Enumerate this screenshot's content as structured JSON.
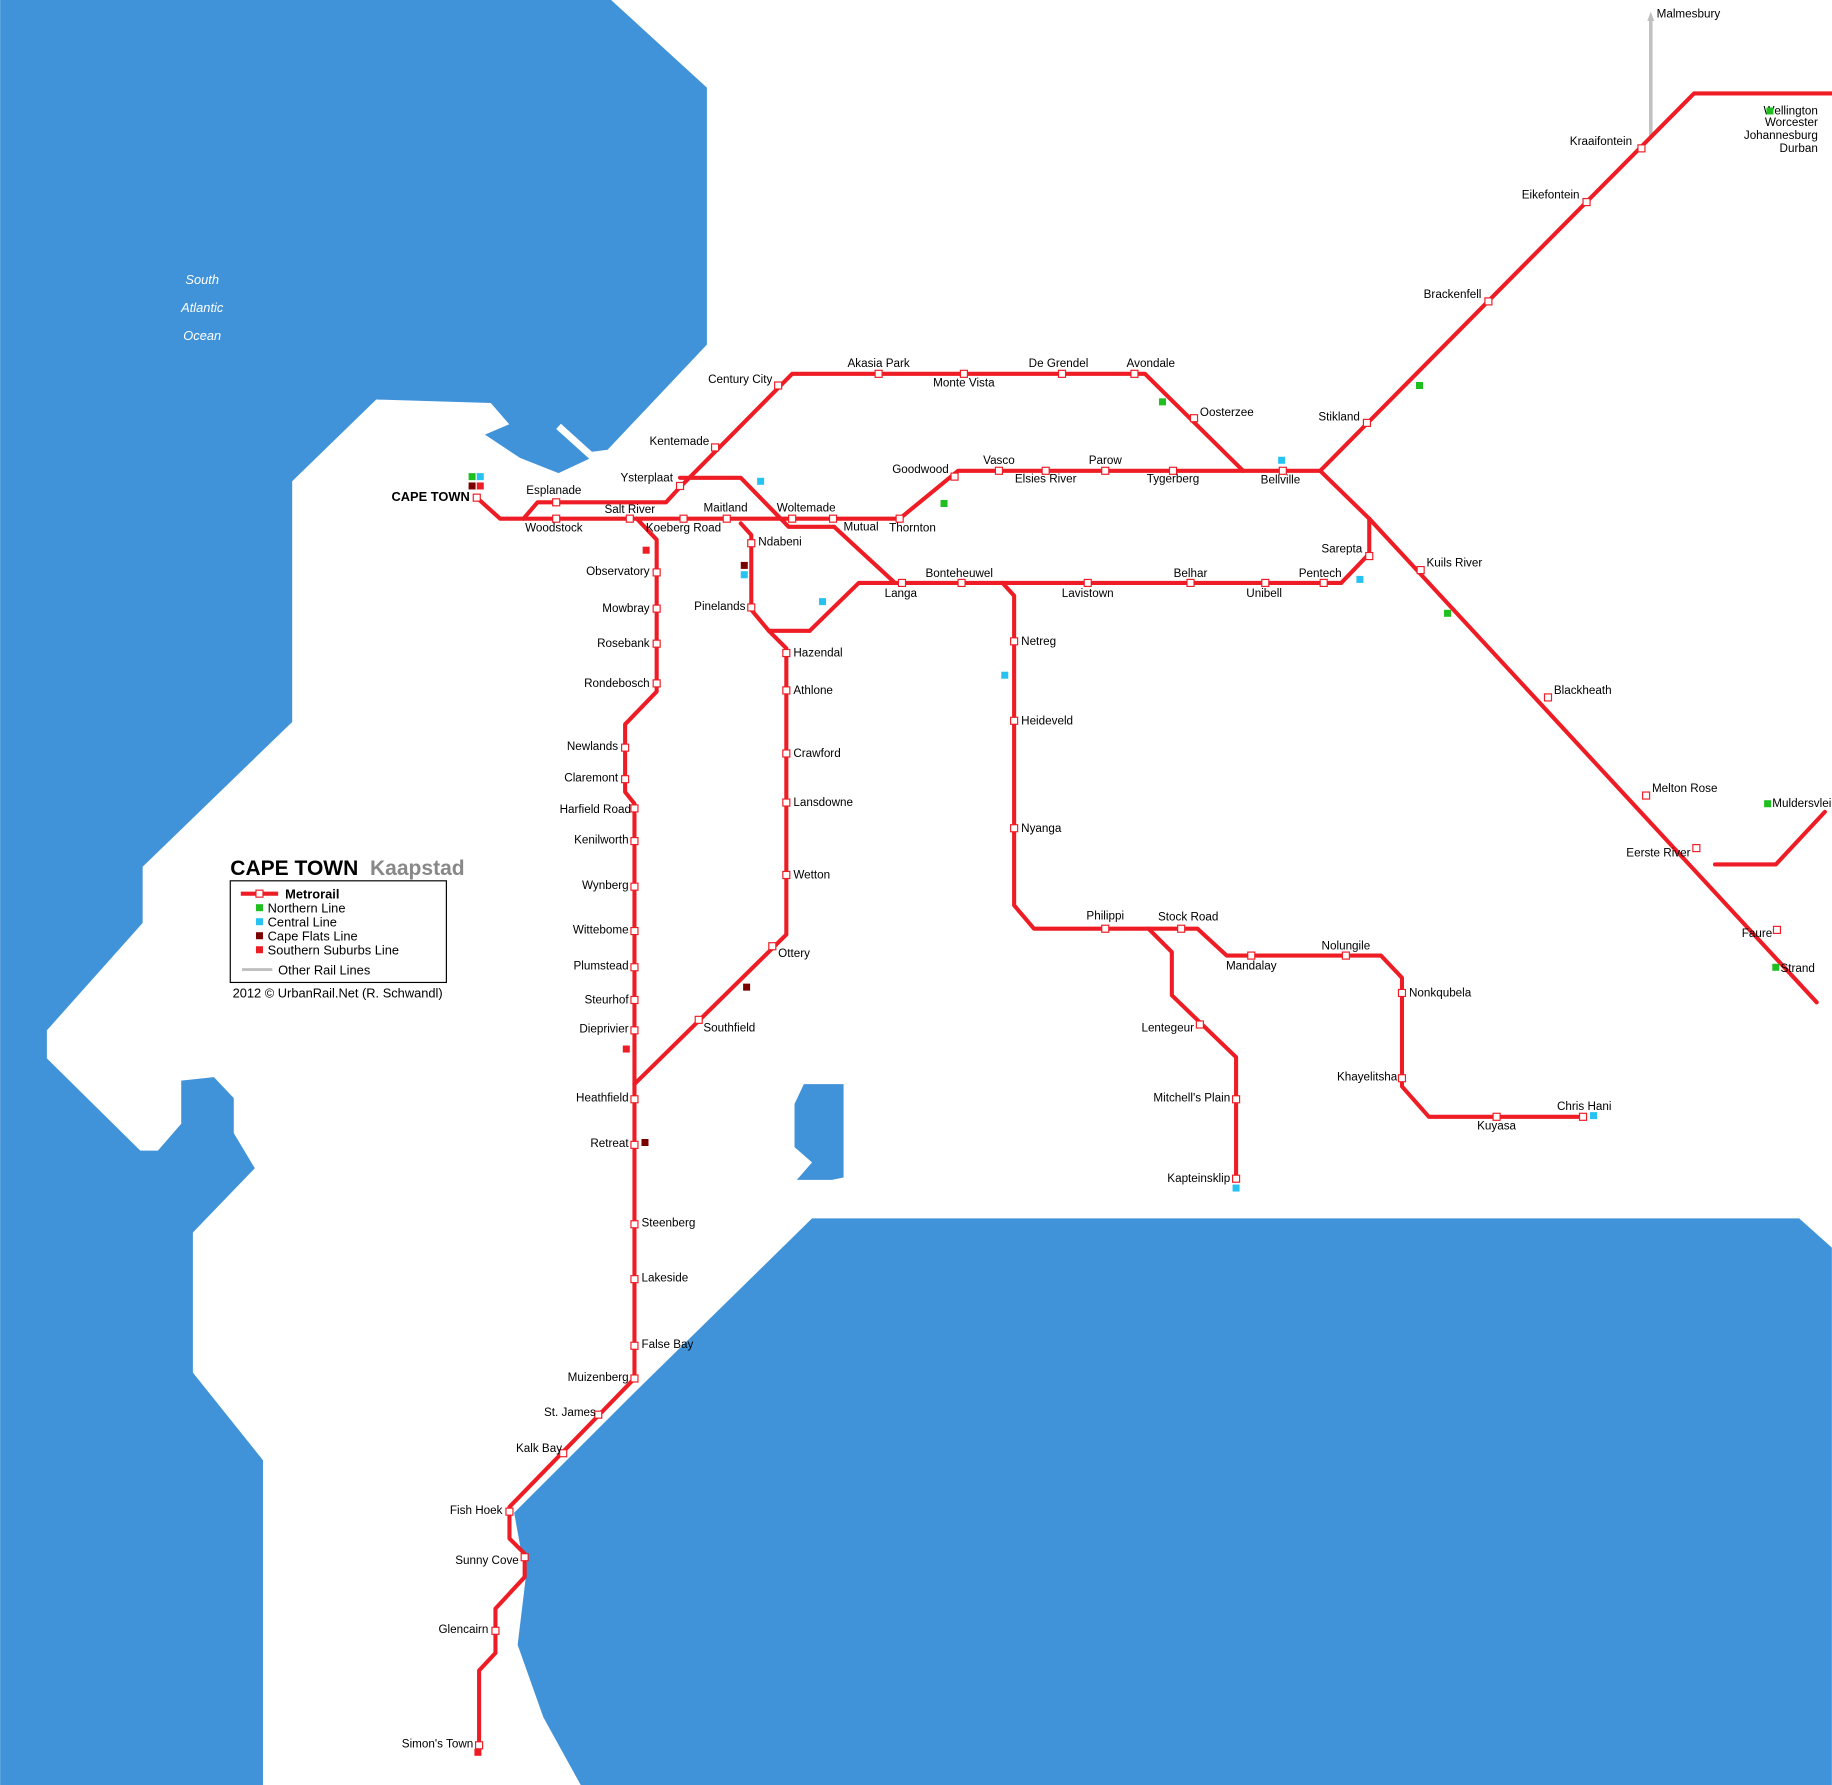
{
  "title": "CAPE TOWN",
  "subtitle": "Kaapstad",
  "city_label": "CAPE TOWN",
  "ocean": [
    "South",
    "Atlantic",
    "Ocean"
  ],
  "credit": "2012 © UrbanRail.Net (R. Schwandl)",
  "legend": {
    "header": "Metrorail",
    "items": [
      {
        "label": "Northern Line",
        "color": "#1fbf1f"
      },
      {
        "label": "Central Line",
        "color": "#26c2f2"
      },
      {
        "label": "Cape Flats Line",
        "color": "#7a0000"
      },
      {
        "label": "Southern Suburbs Line",
        "color": "#ee1c24"
      }
    ],
    "other": "Other Rail Lines"
  },
  "colors": {
    "sea": "#4193d9",
    "rail": "#ee1c24",
    "other_rail": "#c0c0c0",
    "land": "#ffffff"
  },
  "stations": {
    "cape_town": "CAPE TOWN",
    "esplanade": "Esplanade",
    "woodstock": "Woodstock",
    "salt_river": "Salt River",
    "koeberg_road": "Koeberg Road",
    "maitland": "Maitland",
    "ndabeni": "Ndabeni",
    "woltemade": "Woltemade",
    "mutual": "Mutual",
    "thornton": "Thornton",
    "ysterplaat": "Ysterplaat",
    "kentemade": "Kentemade",
    "century_city": "Century City",
    "akasia_park": "Akasia Park",
    "monte_vista": "Monte Vista",
    "de_grendel": "De Grendel",
    "avondale": "Avondale",
    "oosterzee": "Oosterzee",
    "goodwood": "Goodwood",
    "vasco": "Vasco",
    "elsies_river": "Elsies River",
    "parow": "Parow",
    "tygerberg": "Tygerberg",
    "bellville": "Bellville",
    "stikland": "Stikland",
    "brackenfell": "Brackenfell",
    "eikefontein": "Eikefontein",
    "kraaifontein": "Kraaifontein",
    "malmesbury": "Malmesbury",
    "wellington": "Wellington",
    "worcester": "Worcester",
    "johannesburg": "Johannesburg",
    "durban": "Durban",
    "kuils_river": "Kuils River",
    "blackheath": "Blackheath",
    "melton_rose": "Melton Rose",
    "eerste_river": "Eerste River",
    "muldersvlei": "Muldersvlei",
    "faure": "Faure",
    "strand": "Strand",
    "sarepta": "Sarepta",
    "langa": "Langa",
    "bonteheuwel": "Bonteheuwel",
    "lavistown": "Lavistown",
    "belhar": "Belhar",
    "unibell": "Unibell",
    "pentech": "Pentech",
    "pinelands": "Pinelands",
    "hazendal": "Hazendal",
    "athlone": "Athlone",
    "crawford": "Crawford",
    "lansdowne": "Lansdowne",
    "wetton": "Wetton",
    "ottery": "Ottery",
    "southfield": "Southfield",
    "netreg": "Netreg",
    "heideveld": "Heideveld",
    "nyanga": "Nyanga",
    "philippi": "Philippi",
    "stock_road": "Stock Road",
    "mandalay": "Mandalay",
    "nolungile": "Nolungile",
    "nonkqubela": "Nonkqubela",
    "khayelitsha": "Khayelitsha",
    "kuyasa": "Kuyasa",
    "chris_hani": "Chris Hani",
    "lentegeur": "Lentegeur",
    "mitchells_plain": "Mitchell's Plain",
    "kapteinsklip": "Kapteinsklip",
    "observatory": "Observatory",
    "mowbray": "Mowbray",
    "rosebank": "Rosebank",
    "rondebosch": "Rondebosch",
    "newlands": "Newlands",
    "claremont": "Claremont",
    "harfield_road": "Harfield Road",
    "kenilworth": "Kenilworth",
    "wynberg": "Wynberg",
    "wittebome": "Wittebome",
    "plumstead": "Plumstead",
    "steurhof": "Steurhof",
    "dieprivier": "Dieprivier",
    "heathfield": "Heathfield",
    "retreat": "Retreat",
    "steenberg": "Steenberg",
    "lakeside": "Lakeside",
    "false_bay": "False Bay",
    "muizenberg": "Muizenberg",
    "st_james": "St. James",
    "kalk_bay": "Kalk Bay",
    "fish_hoek": "Fish Hoek",
    "sunny_cove": "Sunny Cove",
    "glencairn": "Glencairn",
    "simons_town": "Simon's Town"
  }
}
